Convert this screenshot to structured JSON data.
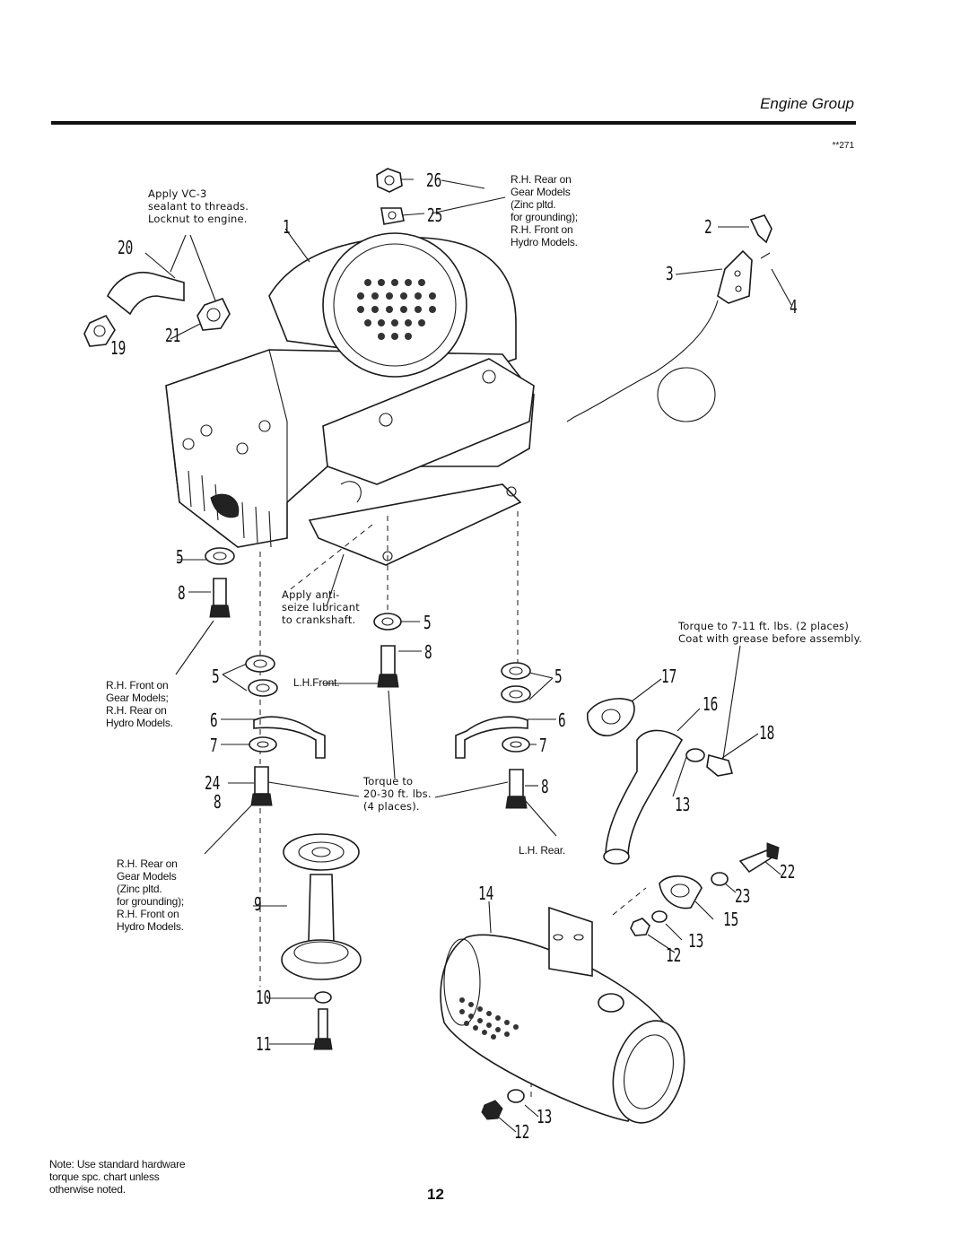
{
  "header": {
    "section_title": "Engine Group",
    "reference": "**271"
  },
  "notes": {
    "apply_vc3": "Apply VC-3\nsealant to threads.\nLocknut to engine.",
    "rh_rear_gear_top": "R.H. Rear on\nGear Models\n(Zinc pltd.\nfor grounding);\nR.H. Front on\nHydro Models.",
    "torque_7_11": "Torque to 7-11 ft. lbs. (2 places)\nCoat with grease before assembly.",
    "apply_antiseize": "Apply anti-\nseize lubricant\nto crankshaft.",
    "lh_front": "L.H.Front.",
    "rh_front_gear": "R.H. Front on\nGear Models;\nR.H. Rear on\nHydro Models.",
    "torque_20_30": "Torque to\n20-30 ft. lbs.\n(4 places).",
    "lh_rear": "L.H. Rear.",
    "rh_rear_gear_bottom": "R.H. Rear on\nGear Models\n(Zinc pltd.\nfor grounding);\nR.H. Front on\nHydro Models.",
    "hardware_note": "Note: Use standard hardware\ntorque spc. chart unless\notherwise noted."
  },
  "callouts": {
    "c1": "1",
    "c2": "2",
    "c3": "3",
    "c4": "4",
    "c5a": "5",
    "c5b": "5",
    "c5c": "5",
    "c5d": "5",
    "c6a": "6",
    "c6b": "6",
    "c7a": "7",
    "c7b": "7",
    "c8a": "8",
    "c8b": "8",
    "c8c": "8",
    "c8d": "8",
    "c9": "9",
    "c10": "10",
    "c11": "11",
    "c12a": "12",
    "c12b": "12",
    "c13a": "13",
    "c13b": "13",
    "c13c": "13",
    "c14": "14",
    "c15": "15",
    "c16": "16",
    "c17": "17",
    "c18": "18",
    "c19": "19",
    "c20": "20",
    "c21": "21",
    "c22": "22",
    "c23": "23",
    "c24": "24",
    "c25": "25",
    "c26": "26"
  },
  "page_number": "12"
}
